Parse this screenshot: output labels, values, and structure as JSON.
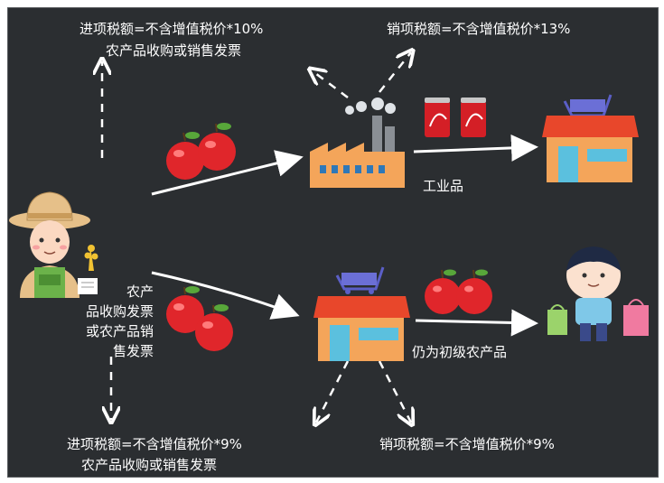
{
  "labels": {
    "top_left_line1": "进项税额=不含增值税价*10%",
    "top_left_line2": "农产品收购或销售发票",
    "top_right": "销项税额=不含增值税价*13%",
    "industrial": "工业品",
    "farmer_invoice": "农产\n品收购发票\n或农产品销\n售发票",
    "primary_product": "仍为初级农产品",
    "bottom_left_line1": "进项税额=不含增值税价*9%",
    "bottom_left_line2": "农产品收购或销售发票",
    "bottom_right": "销项税额=不含增值税价*9%"
  },
  "colors": {
    "background": "#2b2e31",
    "text": "#ffffff",
    "apple": "#e0262b",
    "factory": "#f4a55a",
    "shop_roof": "#e8472b",
    "cart": "#5b5fc7"
  },
  "icons": [
    "farmer-icon",
    "factory-icon",
    "shop-icon",
    "apple-icon",
    "cans-icon",
    "shopping-customer-icon"
  ]
}
